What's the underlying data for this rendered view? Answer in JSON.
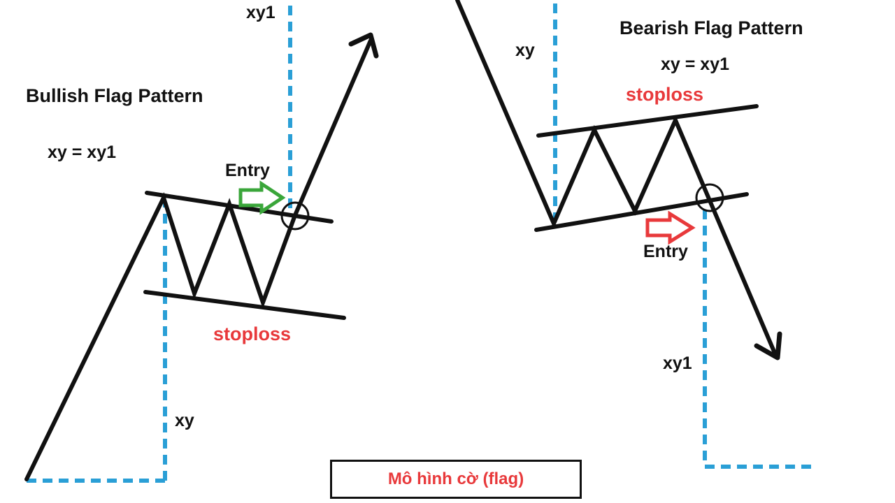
{
  "colors": {
    "line": "#111111",
    "dotted": "#2a9fd6",
    "label_red": "#e8393b",
    "arrow_green": "#3aa63a",
    "arrow_red": "#e8393b"
  },
  "bullish": {
    "title": "Bullish Flag Pattern",
    "equation": "xy = xy1",
    "entry": "Entry",
    "stoploss": "stoploss",
    "xy": "xy",
    "xy1": "xy1"
  },
  "bearish": {
    "title": "Bearish Flag Pattern",
    "equation": "xy = xy1",
    "entry": "Entry",
    "stoploss": "stoploss",
    "xy": "xy",
    "xy1": "xy1"
  },
  "caption": "Mô hình cờ (flag)"
}
